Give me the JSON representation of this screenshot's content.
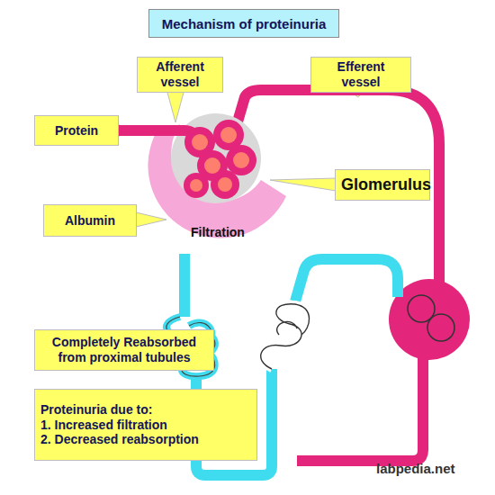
{
  "diagram": {
    "title": "Mechanism of proteinuria",
    "nodes": [
      {
        "text": [
          "Afferent vessel"
        ]
      },
      {
        "text": [
          "Efferent vessel"
        ]
      },
      {
        "text": [
          "Protein"
        ]
      },
      {
        "text": [
          "Glomerulus"
        ]
      },
      {
        "text": [
          "Albumin"
        ]
      },
      {
        "text": [
          "Completely Reabsorbed from proximal tubules"
        ]
      },
      {
        "text": [
          "Proteinuria due to:",
          "1. Increased filtration",
          "2. Decreased reabsorption"
        ]
      }
    ],
    "labels": [
      "Filtration",
      "labpedia.net"
    ]
  }
}
